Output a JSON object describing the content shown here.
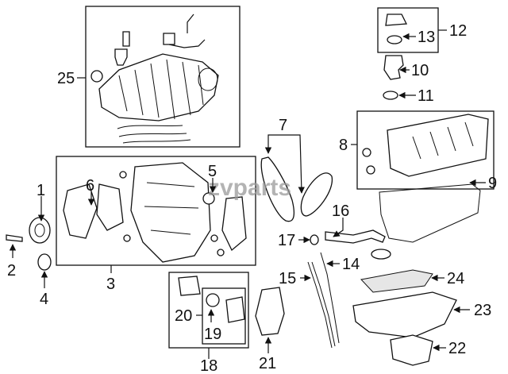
{
  "watermark": "zvparts",
  "callouts": {
    "c1": "1",
    "c2": "2",
    "c3": "3",
    "c4": "4",
    "c5": "5",
    "c6": "6",
    "c7": "7",
    "c8": "8",
    "c9": "9",
    "c10": "10",
    "c11": "11",
    "c12": "12",
    "c13": "13",
    "c14": "14",
    "c15": "15",
    "c16": "16",
    "c17": "17",
    "c18": "18",
    "c19": "19",
    "c20": "20",
    "c21": "21",
    "c22": "22",
    "c23": "23",
    "c24": "24",
    "c25": "25"
  }
}
